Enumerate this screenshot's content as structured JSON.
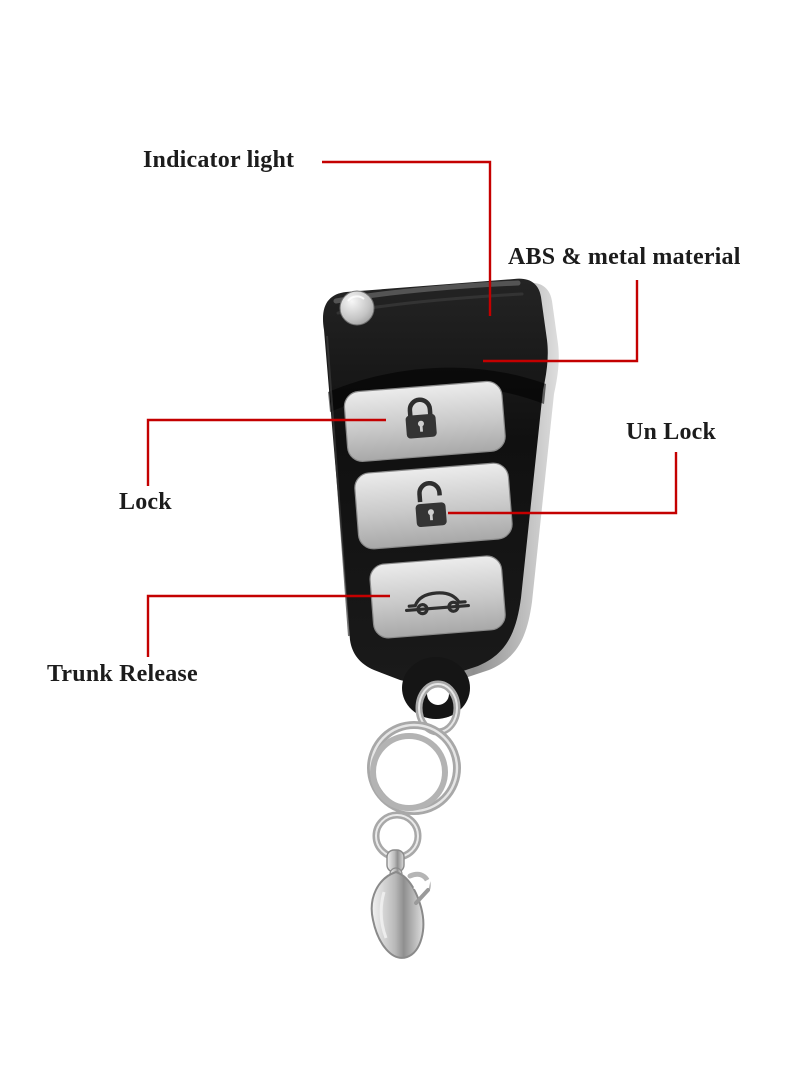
{
  "annotations": {
    "indicator_light": {
      "label": "Indicator light"
    },
    "abs_metal": {
      "label": "ABS & metal material"
    },
    "un_lock": {
      "label": "Un Lock"
    },
    "lock": {
      "label": "Lock"
    },
    "trunk_release": {
      "label": "Trunk Release"
    }
  },
  "icons": {
    "lock_button": "closed-padlock-icon",
    "unlock_button": "open-padlock-icon",
    "trunk_button": "car-icon"
  },
  "colors": {
    "background": "#ffffff",
    "annotation_line": "#c40000",
    "label_text": "#1c1c1c",
    "key_body": "#141414",
    "chrome": "#bfbfbf",
    "button_silver": "#cccccc"
  }
}
